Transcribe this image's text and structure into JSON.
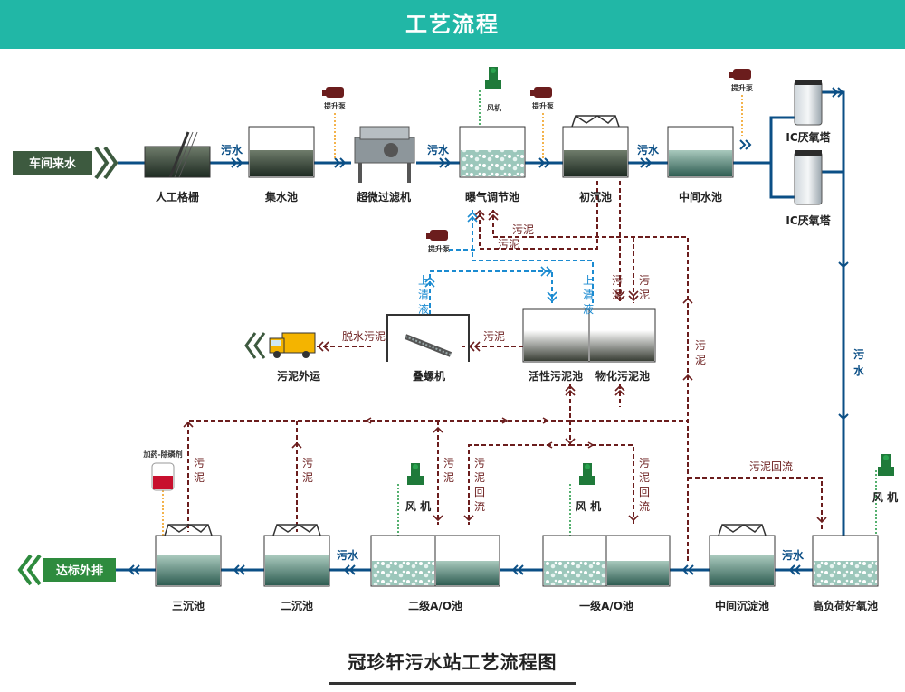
{
  "header": {
    "title": "工艺流程"
  },
  "footer": {
    "title": "冠珍轩污水站工艺流程图"
  },
  "io": {
    "inflow": "车间来水",
    "outflow": "达标外排",
    "sludge_out": "污泥外运"
  },
  "units": {
    "grille": "人工格栅",
    "collect": "集水池",
    "filter": "超微过滤机",
    "aeration": "曝气调节池",
    "primary": "初沉池",
    "middle": "中间水池",
    "ic1": "IC厌氧塔",
    "ic2": "IC厌氧塔",
    "screw": "叠螺机",
    "act_sludge": "活性污泥池",
    "chem_sludge": "物化污泥池",
    "third": "三沉池",
    "second": "二沉池",
    "ao2": "二级A/O池",
    "ao1": "一级A/O池",
    "mid_settle": "中间沉淀池",
    "high_load": "高负荷好氧池"
  },
  "equipment": {
    "pump": "提升泵",
    "blower": "风 机",
    "blower_small": "风机",
    "dosing": "加药-除磷剂"
  },
  "flows": {
    "sewage": "污水",
    "sludge": "污泥",
    "supernatant": "上清液",
    "dewatered": "脱水污泥",
    "sludge_return": "污泥回流"
  }
}
